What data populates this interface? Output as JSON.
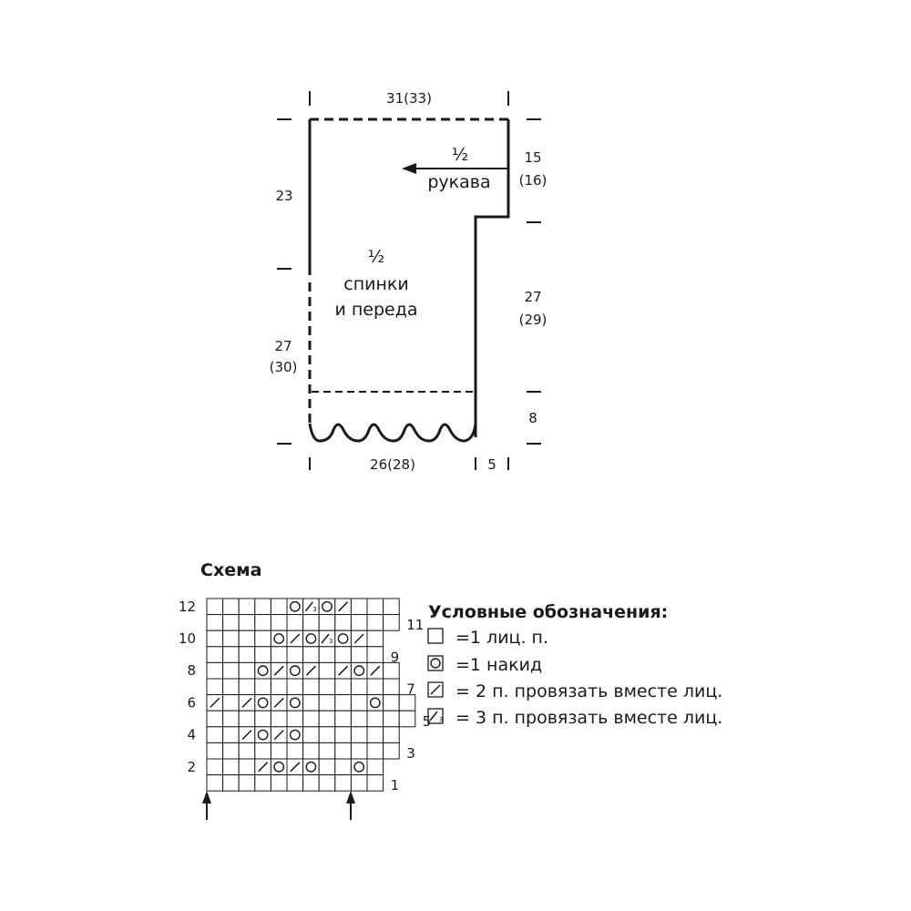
{
  "pattern_schematic": {
    "top_width": "31(33)",
    "bottom_width": "26(28)",
    "cuff": "5",
    "left_upper": "23",
    "left_lower_1": "27",
    "left_lower_2": "(30)",
    "right_top_1": "15",
    "right_top_2": "(16)",
    "right_mid_1": "27",
    "right_mid_2": "(29)",
    "right_bottom": "8",
    "sleeve_label_1": "½",
    "sleeve_label_2": "рукава",
    "body_label_1": "½",
    "body_label_2": "спинки",
    "body_label_3": "и переда"
  },
  "chart": {
    "title": "Схема",
    "left_row_numbers": [
      "12",
      "10",
      "8",
      "6",
      "4",
      "2"
    ],
    "right_row_numbers": [
      "11",
      "9",
      "7",
      "5",
      "3",
      "1"
    ],
    "rows": [
      [
        "",
        "",
        "",
        "",
        "",
        "O",
        "/3",
        "O",
        "/",
        "",
        "",
        ""
      ],
      [
        "",
        "",
        "",
        "",
        "O",
        "/",
        "O",
        "/3",
        "O",
        "/",
        "",
        ""
      ],
      [
        "",
        "",
        "",
        "O",
        "/",
        "O",
        "/",
        "",
        "/",
        "O",
        "/",
        ""
      ],
      [
        "/",
        "",
        "/",
        "O",
        "/",
        "O",
        "",
        "",
        "",
        "",
        "O",
        ""
      ],
      [
        "",
        "",
        "/",
        "O",
        "/",
        "O",
        "",
        "",
        "",
        "",
        "",
        ""
      ],
      [
        "",
        "",
        "",
        "/",
        "O",
        "/",
        "O",
        "",
        "",
        "O",
        "",
        ""
      ]
    ]
  },
  "legend": {
    "title": "Условные обозначения:",
    "items": [
      {
        "symbol": "empty",
        "text": "=1 лиц. п."
      },
      {
        "symbol": "yarn-over",
        "text": "=1 накид"
      },
      {
        "symbol": "k2tog",
        "text": "= 2 п. провязать вместе лиц."
      },
      {
        "symbol": "k3tog",
        "text": "= 3 п. провязать вместе лиц."
      }
    ]
  }
}
